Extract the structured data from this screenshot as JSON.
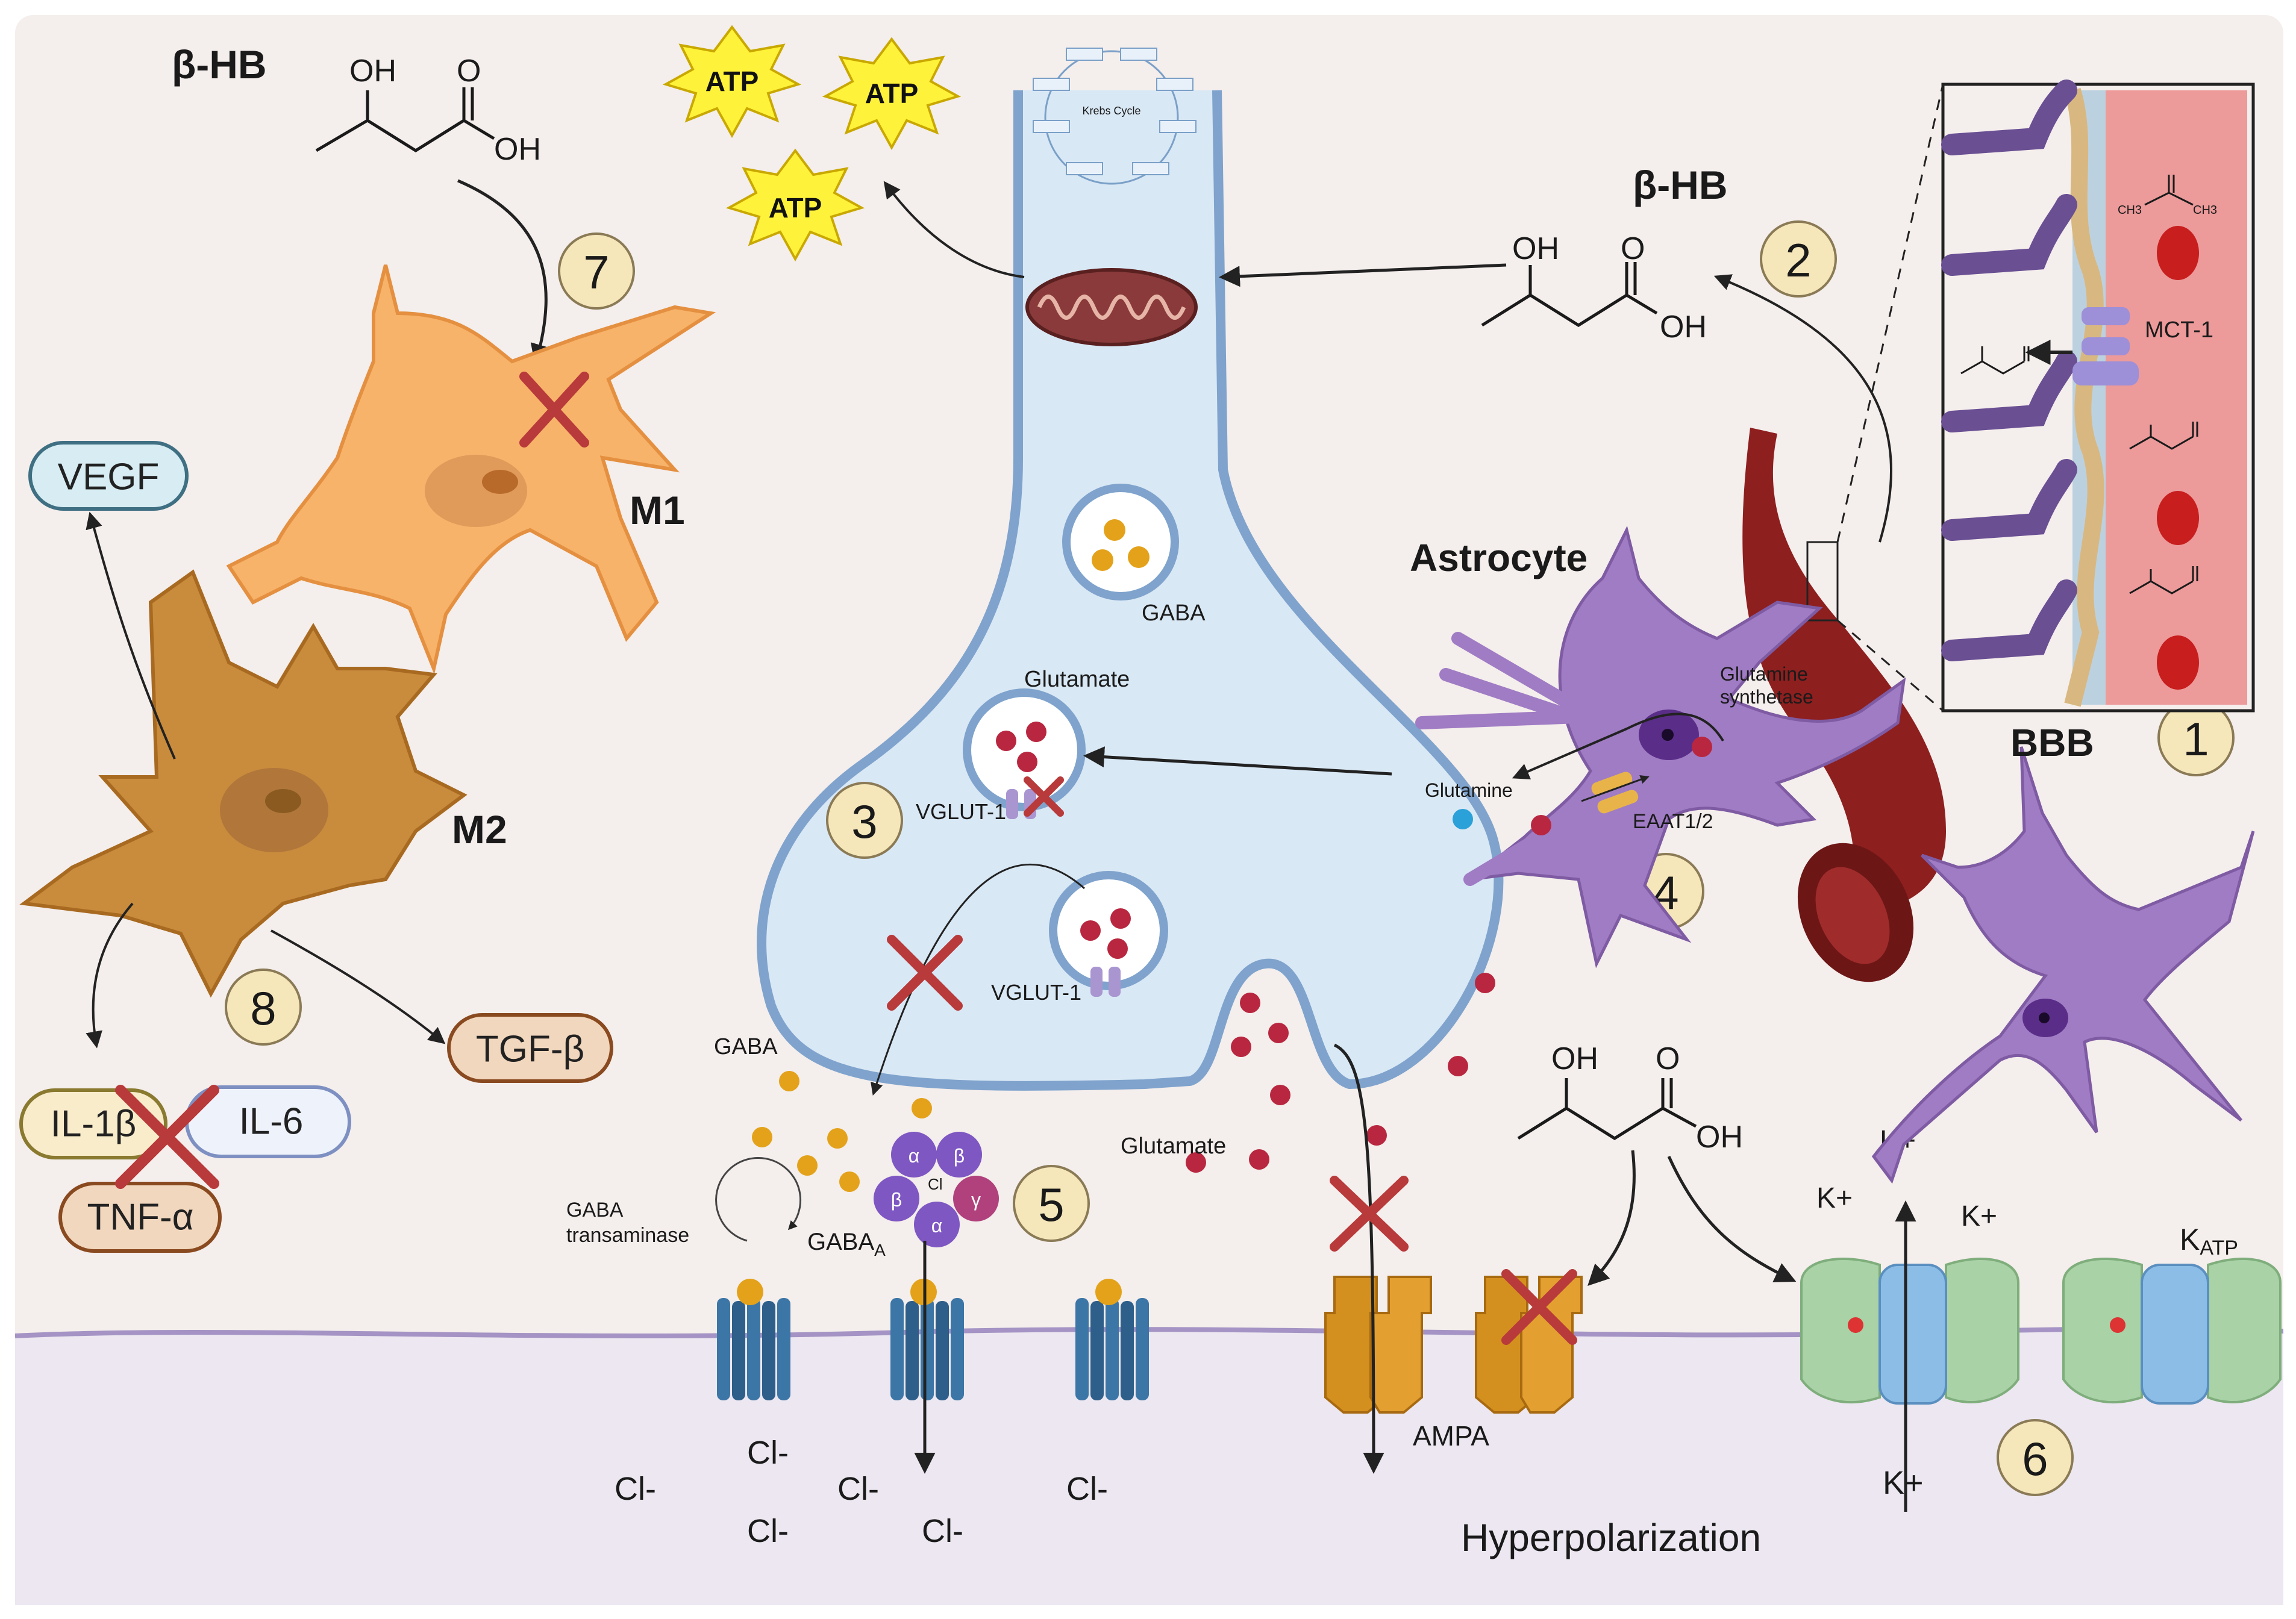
{
  "beta_hb": {
    "top_left": "β-HB",
    "top_right": "β-HB"
  },
  "chem": {
    "oh": "OH",
    "o": "O"
  },
  "atp": [
    "ATP",
    "ATP",
    "ATP"
  ],
  "krebs": {
    "title": "Krebs Cycle"
  },
  "microglia": {
    "m1": "M1",
    "m2": "M2"
  },
  "cytokines": {
    "vegf": "VEGF",
    "tgf_b": "TGF-β",
    "il1b": "IL-1β",
    "il6": "IL-6",
    "tnfa": "TNF-α"
  },
  "astrocyte": {
    "title": "Astrocyte",
    "glutamine": "Glutamine",
    "glutamine_synthetase": [
      "Glutamine",
      "synthetase"
    ],
    "eaat": "EAAT1/2"
  },
  "bbb": {
    "label": "BBB",
    "mct1": "MCT-1",
    "acetone_ch3a": "CH3",
    "acetone_ch3b": "CH3"
  },
  "vesicles": {
    "gaba": "GABA",
    "glutamate": "Glutamate",
    "vglut1a": "VGLUT-1",
    "vglut1b": "VGLUT-1"
  },
  "synapse": {
    "gaba": "GABA",
    "glutamate": "Glutamate",
    "gaba_transaminase": [
      "GABA",
      "transaminase"
    ],
    "gaba_a": "GABA",
    "gaba_a_sub": "A",
    "cl_small": "Cl",
    "ampa": "AMPA",
    "hyperpolarization": "Hyperpolarization"
  },
  "receptor_subunits": [
    "α",
    "β",
    "β",
    "γ",
    "α"
  ],
  "ions": {
    "cl": [
      "Cl-",
      "Cl-",
      "Cl-",
      "Cl-",
      "Cl-",
      "Cl-"
    ],
    "k": [
      "K+",
      "K+",
      "K+",
      "K+"
    ],
    "katp": "K",
    "katp_sub": "ATP"
  },
  "steps": [
    "1",
    "2",
    "3",
    "4",
    "5",
    "6",
    "7",
    "8"
  ],
  "colors": {
    "background": "#f4eeec",
    "membrane_fill": "#ece7f0",
    "synapse_fill": "#d9e8f5",
    "synapse_stroke": "#7fa3cc",
    "astrocyte": "#a07cc4",
    "vessel": "#8e1f1f",
    "m1": "#f7b36a",
    "m2": "#c98b3c",
    "badge": "#f6e7bb",
    "inhibit": "#b83a3a",
    "ampa": "#d4901e",
    "gaba_receptor": "#3c76a6",
    "katp": "#a9d2a6"
  }
}
